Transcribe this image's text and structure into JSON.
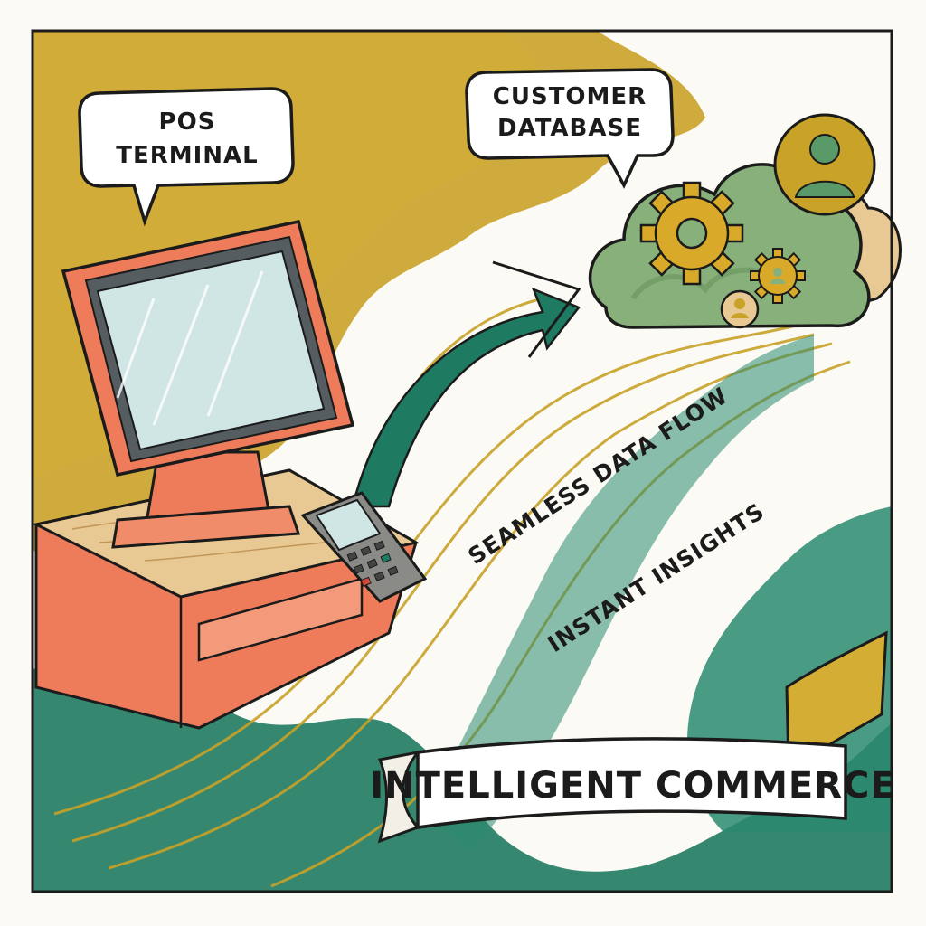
{
  "colors": {
    "mustard": "#c9a228",
    "teal": "#1f7a62",
    "coral": "#ee7c5a",
    "wood": "#e8c993",
    "sage": "#88b07a",
    "ink": "#1b1b1b",
    "paper": "#fbfaf5"
  },
  "bubbles": {
    "pos": {
      "line1": "POS",
      "line2": "TERMINAL"
    },
    "database": {
      "line1": "CUSTOMER",
      "line2": "DATABASE"
    }
  },
  "flow": {
    "label1": "SEAMLESS DATA FLOW",
    "label2": "INSTANT INSIGHTS"
  },
  "banner": {
    "text": "INTELLIGENT COMMERCE"
  },
  "icons": [
    "pos-terminal-icon",
    "card-reader-icon",
    "cloud-database-icon",
    "gear-icon",
    "user-icon",
    "arrow-icon"
  ]
}
